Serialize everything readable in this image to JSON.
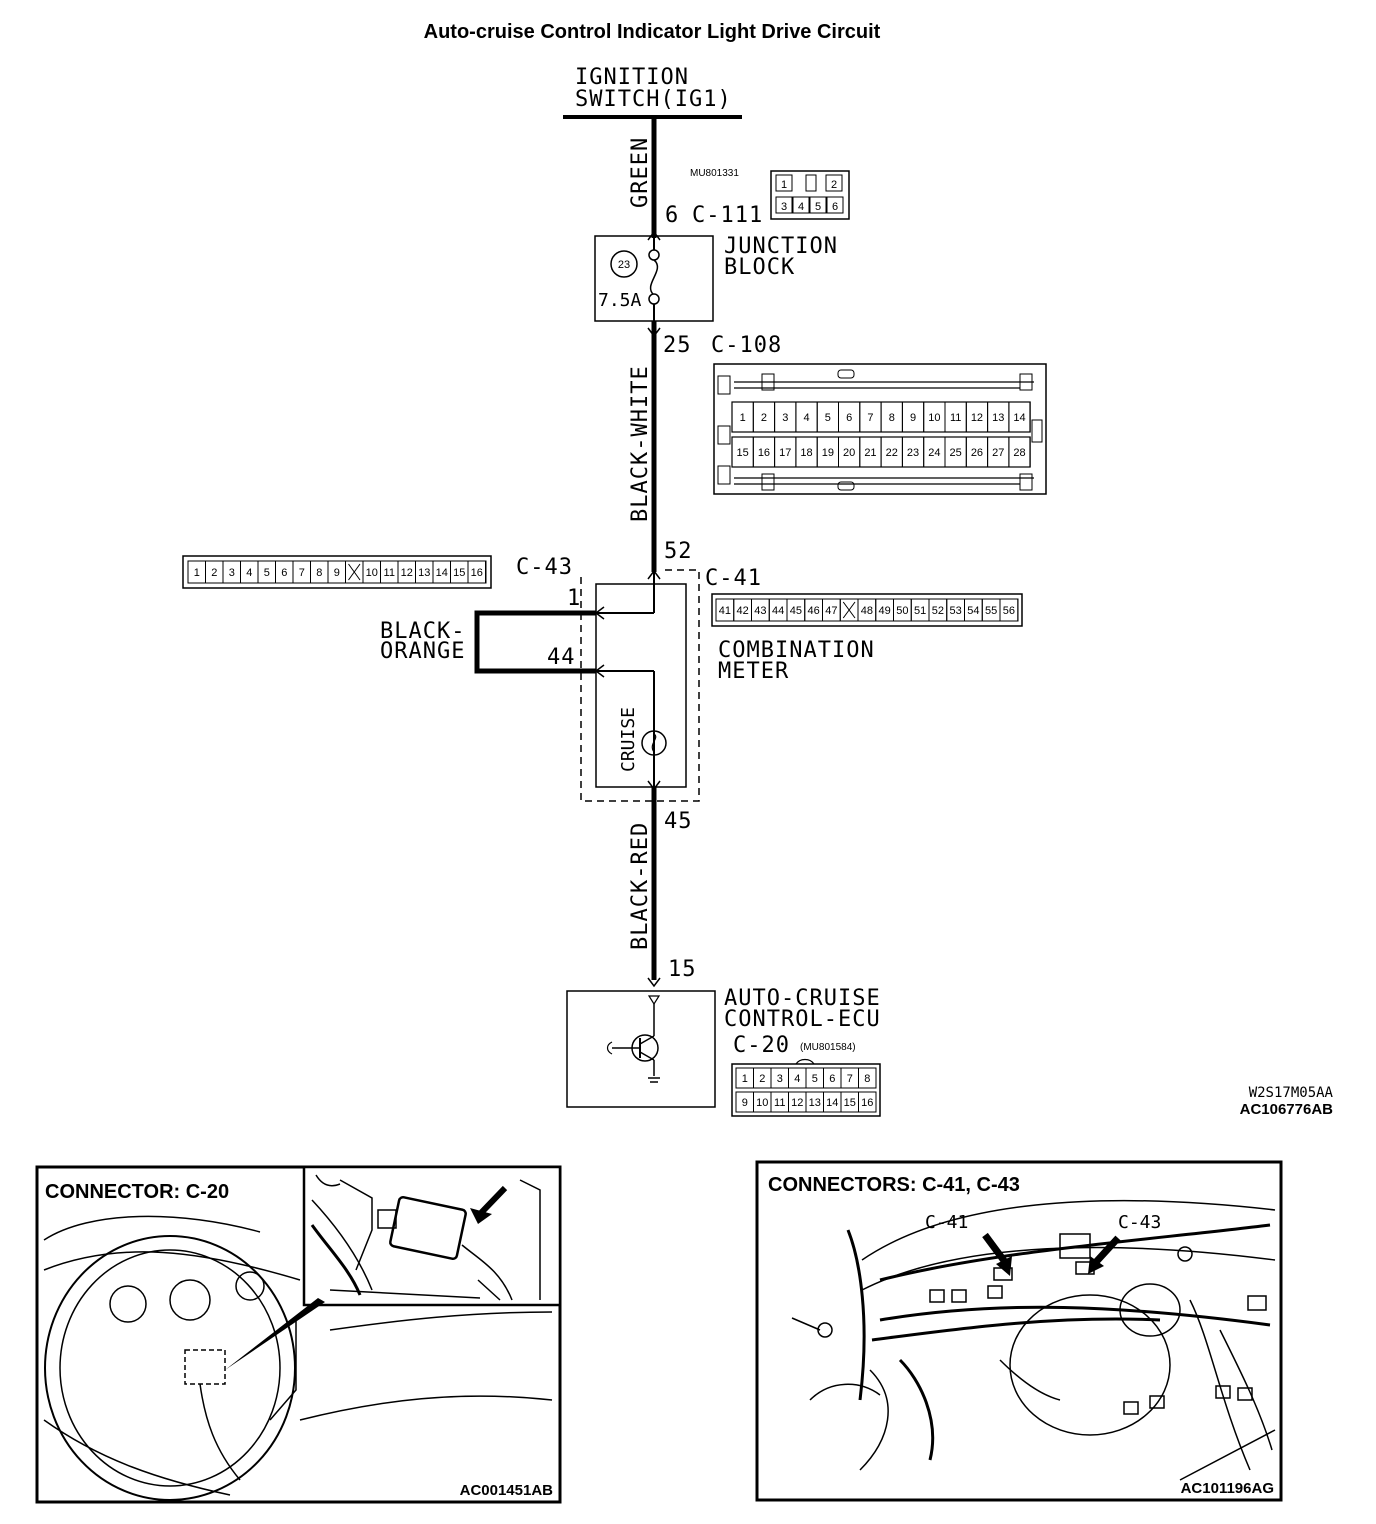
{
  "title": "Auto-cruise Control Indicator Light Drive Circuit",
  "ignition": {
    "line1": "IGNITION",
    "line2": "SWITCH(IG1)"
  },
  "wires": {
    "green": "GREEN",
    "black_white": "BLACK-WHITE",
    "black_orange_1": "BLACK-",
    "black_orange_2": "ORANGE",
    "black_red": "BLACK-RED"
  },
  "junction": {
    "line1": "JUNCTION",
    "line2": "BLOCK",
    "fuse_no": "23",
    "fuse_rating": "7.5A",
    "in_pin": "6",
    "in_conn": "C-111",
    "out_pin": "25",
    "out_conn": "C-108"
  },
  "c111": {
    "part_no": "MU801331",
    "row1": [
      "1",
      "",
      "2"
    ],
    "row2": [
      "3",
      "4",
      "5",
      "6"
    ]
  },
  "c108": {
    "row1": [
      "1",
      "2",
      "3",
      "4",
      "5",
      "6",
      "7",
      "8",
      "9",
      "10",
      "11",
      "12",
      "13",
      "14"
    ],
    "row2": [
      "15",
      "16",
      "17",
      "18",
      "19",
      "20",
      "21",
      "22",
      "23",
      "24",
      "25",
      "26",
      "27",
      "28"
    ]
  },
  "meter": {
    "line1": "COMBINATION",
    "line2": "METER",
    "conn_a": "C-43",
    "conn_b": "C-41",
    "pin_52": "52",
    "pin_1": "1",
    "pin_44": "44",
    "pin_45": "45",
    "lamp": "CRUISE"
  },
  "c43": {
    "pins": [
      "1",
      "2",
      "3",
      "4",
      "5",
      "6",
      "7",
      "8",
      "9",
      "X",
      "10",
      "11",
      "12",
      "13",
      "14",
      "15",
      "16"
    ]
  },
  "c41": {
    "pins": [
      "41",
      "42",
      "43",
      "44",
      "45",
      "46",
      "47",
      "X",
      "48",
      "49",
      "50",
      "51",
      "52",
      "53",
      "54",
      "55",
      "56"
    ]
  },
  "ecu": {
    "line1": "AUTO-CRUISE",
    "line2": "CONTROL-ECU",
    "conn": "C-20",
    "part_no": "(MU801584)",
    "pin": "15"
  },
  "c20": {
    "row1": [
      "1",
      "2",
      "3",
      "4",
      "5",
      "6",
      "7",
      "8"
    ],
    "row2": [
      "9",
      "10",
      "11",
      "12",
      "13",
      "14",
      "15",
      "16"
    ]
  },
  "codes": {
    "code1": "W2S17M05AA",
    "code2": "AC106776AB"
  },
  "panel_left": {
    "header": "CONNECTOR: C-20",
    "code": "AC001451AB"
  },
  "panel_right": {
    "header": "CONNECTORS: C-41, C-43",
    "label_a": "C-41",
    "label_b": "C-43",
    "code": "AC101196AG"
  }
}
